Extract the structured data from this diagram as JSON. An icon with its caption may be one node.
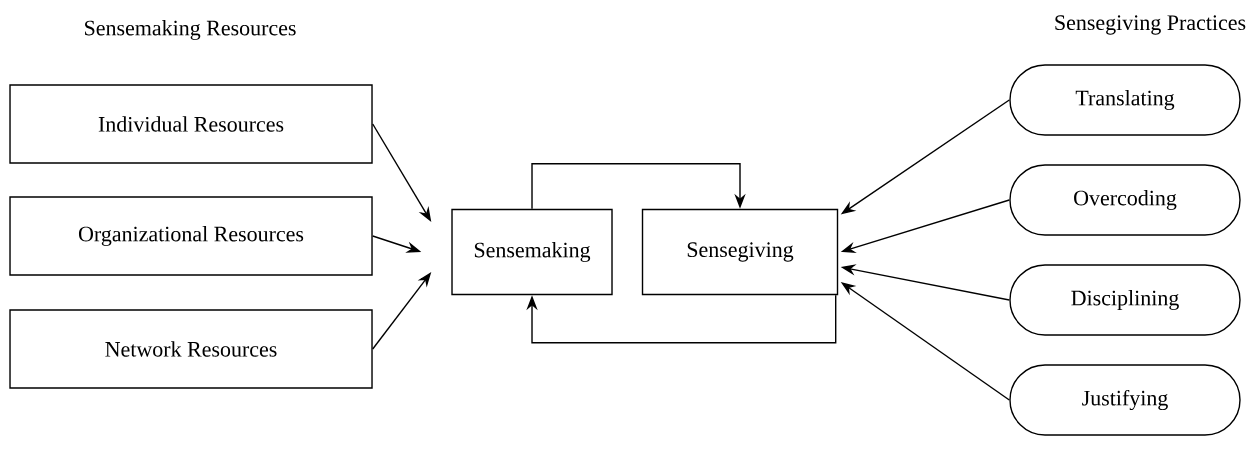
{
  "diagram": {
    "nodes": [
      {
        "text": [
          "Individual Resources"
        ]
      },
      {
        "text": [
          "Organizational Resources"
        ]
      },
      {
        "text": [
          "Network Resources"
        ]
      },
      {
        "text": [
          "Sensemaking"
        ]
      },
      {
        "text": [
          "Sensegiving"
        ]
      },
      {
        "text": [
          "Translating"
        ]
      },
      {
        "text": [
          "Overcoding"
        ]
      },
      {
        "text": [
          "Disciplining"
        ]
      },
      {
        "text": [
          "Justifying"
        ]
      }
    ],
    "edges": [
      {
        "from": 0,
        "to": 3,
        "arrow": "to"
      },
      {
        "from": 1,
        "to": 3,
        "arrow": "to"
      },
      {
        "from": 2,
        "to": 3,
        "arrow": "to"
      },
      {
        "from": 3,
        "to": 4,
        "arrow": "to"
      },
      {
        "from": 4,
        "to": 3,
        "arrow": "to"
      },
      {
        "from": 5,
        "to": 4,
        "arrow": "to"
      },
      {
        "from": 6,
        "to": 4,
        "arrow": "to"
      },
      {
        "from": 7,
        "to": 4,
        "arrow": "to"
      },
      {
        "from": 8,
        "to": 4,
        "arrow": "to"
      }
    ],
    "labels": [
      "Sensemaking Resources",
      "Sensegiving Practices"
    ]
  }
}
